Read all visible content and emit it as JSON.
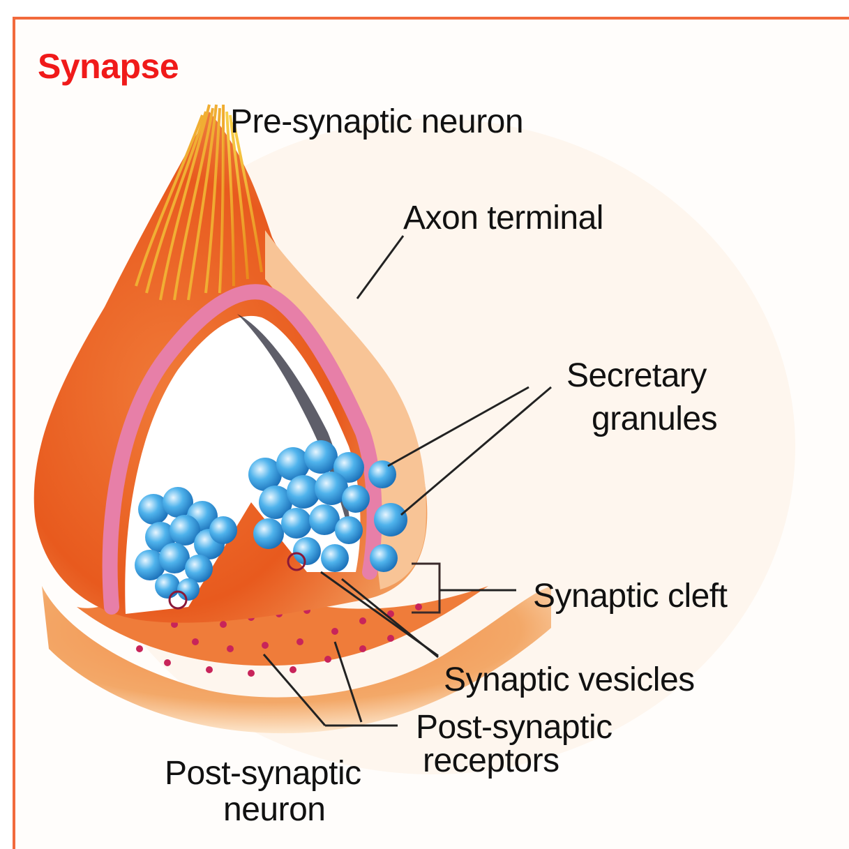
{
  "title": "Synapse",
  "labels": {
    "pre_synaptic_neuron": "Pre-synaptic neuron",
    "axon_terminal": "Axon terminal",
    "secretary_granules_line1": "Secretary",
    "secretary_granules_line2": "granules",
    "synaptic_cleft": "Synaptic cleft",
    "synaptic_vesicles": "Synaptic vesicles",
    "post_synaptic_receptors_line1": "Post-synaptic",
    "post_synaptic_receptors_line2": "receptors",
    "post_synaptic_neuron_line1": "Post-synaptic",
    "post_synaptic_neuron_line2": "neuron"
  },
  "colors": {
    "frame_border": "#f26a3c",
    "title": "#f01a1a",
    "axon_orange": "#e8581c",
    "axon_light": "#f9c89a",
    "fibers": "#f5c21a",
    "membrane_pink": "#e77fa8",
    "vesicle_blue": "#2c9be0",
    "receptor_dots": "#c8245a"
  }
}
